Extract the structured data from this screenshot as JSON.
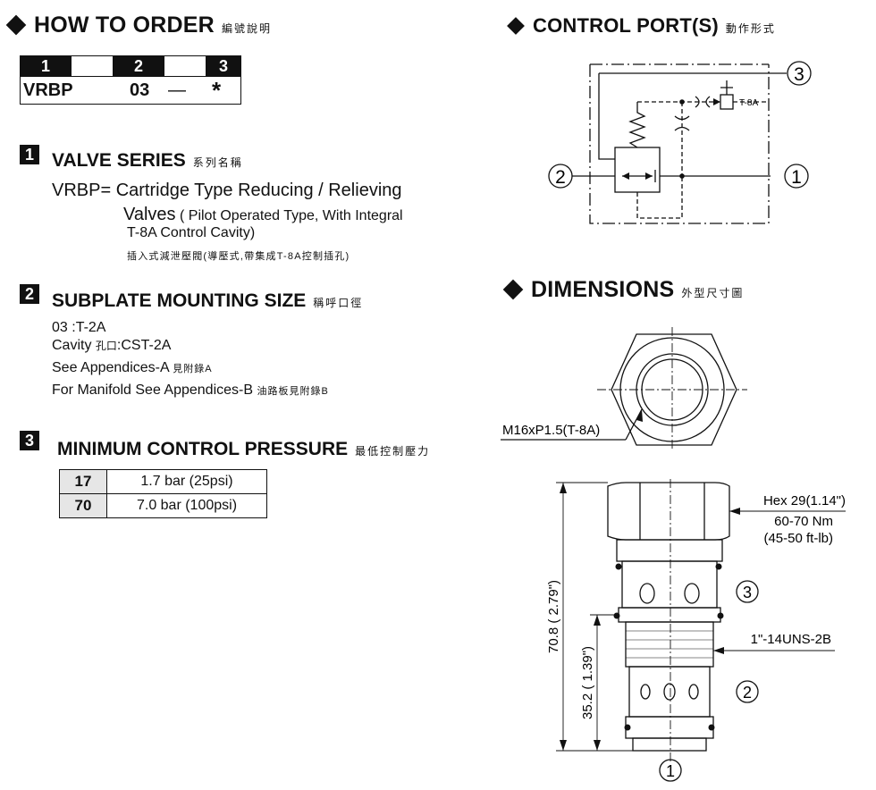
{
  "how_to_order": {
    "title": "HOW TO  ORDER",
    "title_zh": "編號說明",
    "code_positions": [
      "1",
      "2",
      "3"
    ],
    "code_series": "VRBP",
    "code_size": "03",
    "code_dash": "—",
    "code_star": "*"
  },
  "valve_series": {
    "num": "1",
    "title": "VALVE SERIES",
    "title_zh": "系列名稱",
    "line1": "VRBP= Cartridge Type Reducing / Relieving",
    "line2_main": "Valves",
    "line2_sub": "( Pilot Operated Type, With Integral",
    "line3": "T-8A Control Cavity)",
    "line4_zh": "插入式減泄壓閥(導壓式,帶集成T-8A控制插孔)"
  },
  "subplate": {
    "num": "2",
    "title": "SUBPLATE MOUNTING SIZE",
    "title_zh": "稱呼口徑",
    "line1": "03 :T-2A",
    "line2_a": "Cavity",
    "line2_zh": "孔口",
    "line2_b": ":CST-2A",
    "line3": "See Appendices-A",
    "line3_zh": "見附錄A",
    "line4": "For Manifold See Appendices-B",
    "line4_zh": "油路板見附錄B"
  },
  "min_pressure": {
    "num": "3",
    "title": "MINIMUM CONTROL PRESSURE",
    "title_zh": "最低控制壓力",
    "rows": [
      {
        "code": "17",
        "value": "1.7 bar (25psi)"
      },
      {
        "code": "70",
        "value": "7.0 bar (100psi)"
      }
    ]
  },
  "control_ports": {
    "title": "CONTROL PORT(S)",
    "title_zh": "動作形式",
    "port1": "1",
    "port2": "2",
    "port3": "3",
    "pilot_label": "T-8A"
  },
  "dimensions": {
    "title": "DIMENSIONS",
    "title_zh": "外型尺寸圖",
    "thread_label": "M16xP1.5(T-8A)",
    "hex_label": "Hex 29(1.14\")",
    "torque_nm": "60-70 Nm",
    "torque_ftlb": "(45-50 ft-lb)",
    "unf_label": "1\"-14UNS-2B",
    "dim_overall": "70.8 ( 2.79\")",
    "dim_lower": "35.2 ( 1.39\")",
    "port3": "3",
    "port2": "2",
    "port1": "1"
  }
}
